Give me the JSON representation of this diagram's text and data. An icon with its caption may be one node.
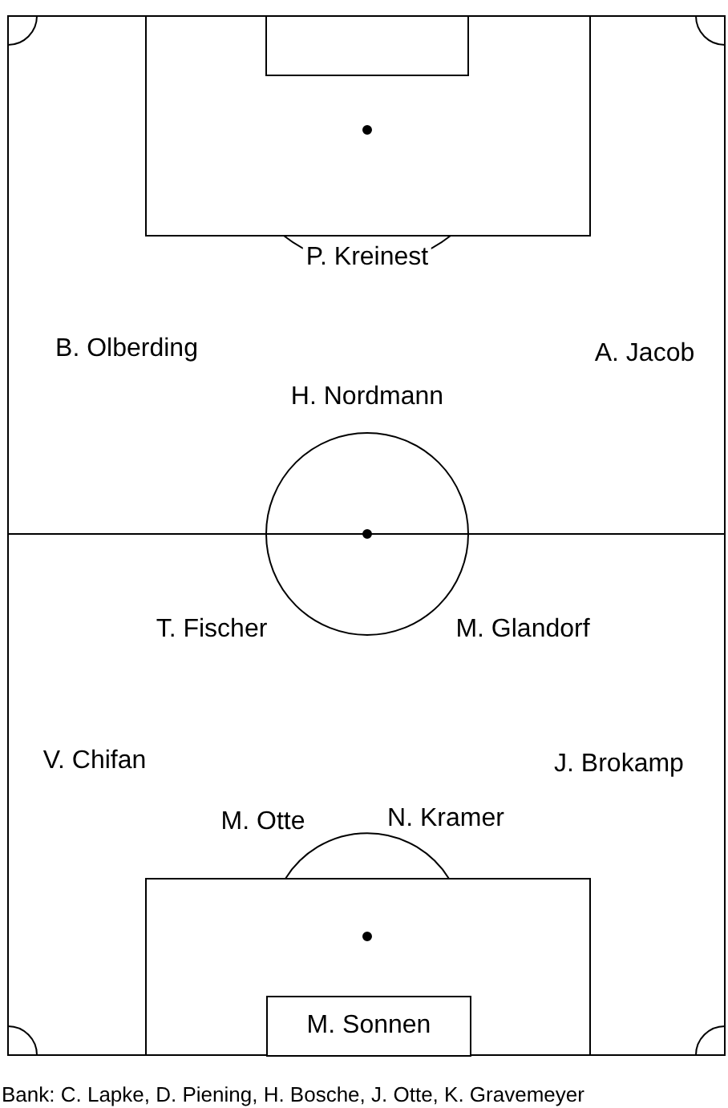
{
  "diagram": {
    "nodes": [
      {
        "text": [
          "M. Sonnen"
        ]
      }
    ],
    "edges": [],
    "labels": [
      "P. Kreinest",
      "B. Olberding",
      "A. Jacob",
      "H. Nordmann",
      "T. Fischer",
      "M. Glandorf",
      "V. Chifan",
      "J. Brokamp",
      "M. Otte",
      "N. Kramer"
    ],
    "caption": "Bank: C. Lapke, D. Piening, H. Bosche, J. Otte, K. Gravemeyer"
  }
}
